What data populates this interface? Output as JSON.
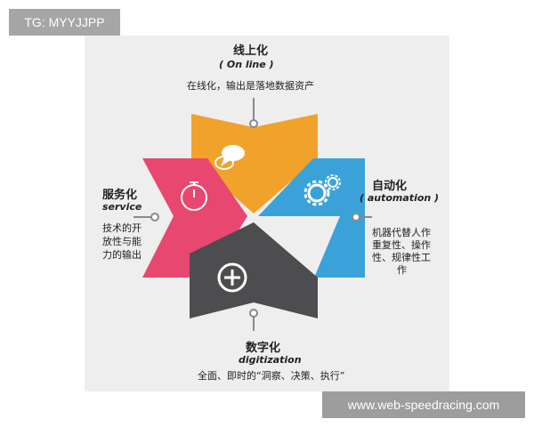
{
  "tags": {
    "channel": "TG: MYYJJPP",
    "watermark": "www.web-speedracing.com"
  },
  "sections": {
    "online": {
      "title": "线上化",
      "subtitle": "( On line )",
      "desc": "在线化，输出是落地数据资产",
      "color": "#f0a22a",
      "icon": "chat-bubbles-icon"
    },
    "automation": {
      "title": "自动化",
      "subtitle": "( automation )",
      "desc_lines": [
        "机器代替人作",
        "重复性、操作",
        "性、规律性工",
        "作"
      ],
      "color": "#3aa2d9",
      "icon": "gears-icon"
    },
    "service": {
      "title": "服务化",
      "subtitle": "service",
      "desc_lines": [
        "技术的开",
        "放性与能",
        "力的输出"
      ],
      "color": "#e8476f",
      "icon": "stopwatch-icon"
    },
    "digitization": {
      "title": "数字化",
      "subtitle": "digitization",
      "desc": "全面、即时的“洞察、决策、执行”",
      "color": "#4d4d4f",
      "icon": "plus-circle-icon"
    }
  },
  "connector_color": "#8a8a8a"
}
